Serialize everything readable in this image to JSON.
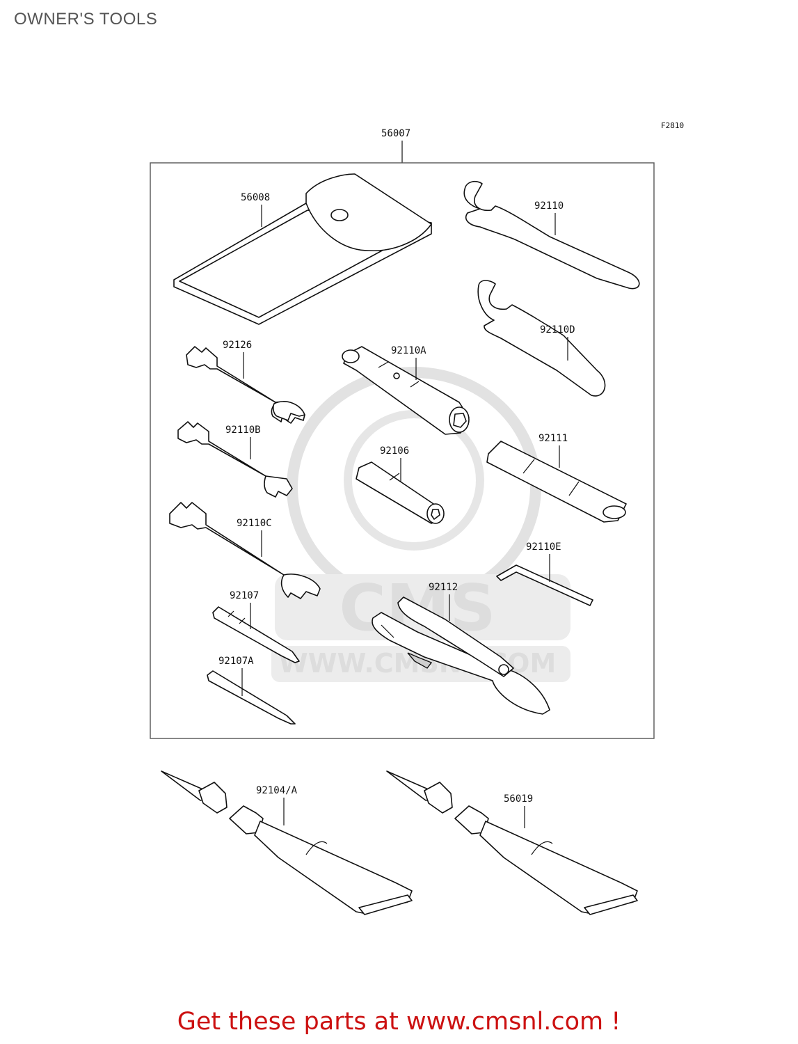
{
  "header": {
    "title": "OWNER'S TOOLS"
  },
  "figure_code": "F2810",
  "watermark": {
    "logo_text": "CMS",
    "url_text": "WWW.CMSNL.COM",
    "color": "#dddddd"
  },
  "parts": {
    "kit": "56007",
    "pouch": "56008",
    "hook_wrench": "92110",
    "hook_wrench_d": "92110D",
    "socket_wrench": "92110A",
    "wrench_a": "92126",
    "wrench_b": "92110B",
    "wrench_c": "92110C",
    "socket_adapter": "92106",
    "handle": "92111",
    "hex_key": "92110E",
    "pliers": "92112",
    "driver_handle": "92107",
    "driver_bit": "92107A",
    "grease_tube": "92104/A",
    "sealant_tube": "56019"
  },
  "footer": {
    "promo_text": "Get these parts at www.cmsnl.com !",
    "promo_color": "#cc1111"
  }
}
